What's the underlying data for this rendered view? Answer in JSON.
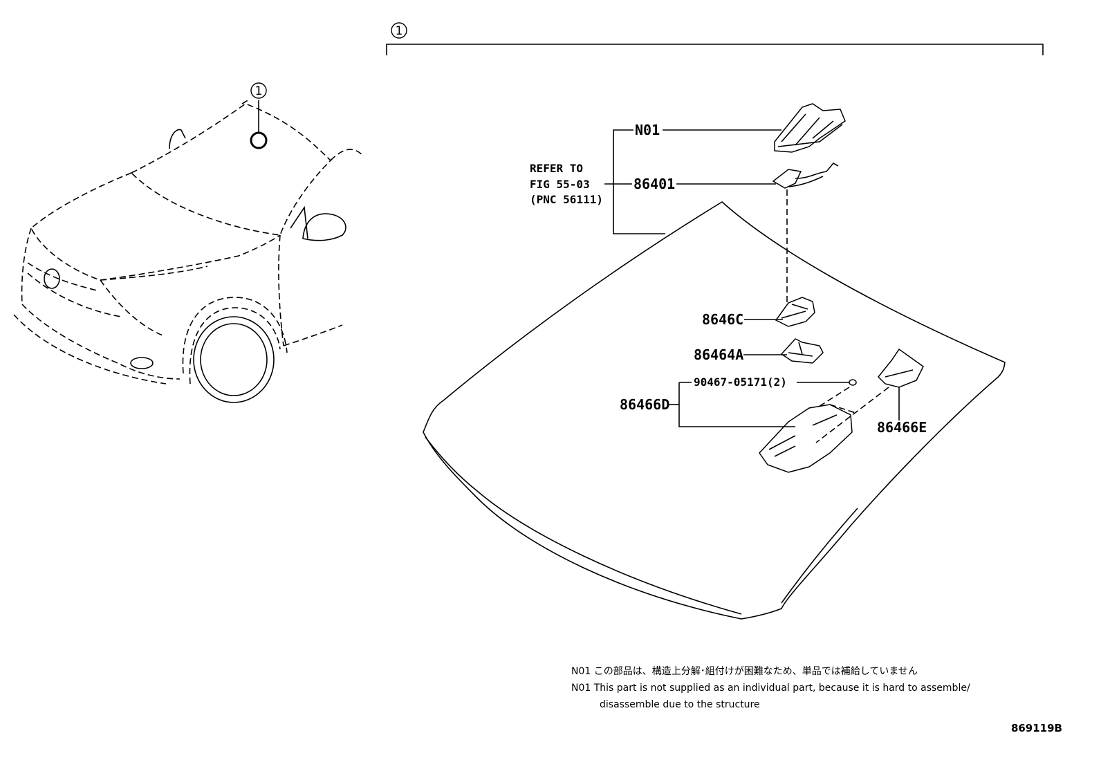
{
  "callout": {
    "symbol": "1"
  },
  "labels": {
    "n01": "N01",
    "p86401": "86401",
    "p8646c": "8646C",
    "p86464a": "86464A",
    "p90467": "90467-05171(2)",
    "p86466d": "86466D",
    "p86466e": "86466E"
  },
  "refer": {
    "line1": "REFER TO",
    "line2": "FIG 55-03",
    "line3": "(PNC 56111)"
  },
  "notes": {
    "jp": "N01 この部品は、構造上分解･組付けが困難なため、単品では補給していません",
    "en1": "N01 This part is not supplied as an individual part, because it is hard to assemble/",
    "en2": "disassemble due to the structure"
  },
  "illustration_number": "869119B"
}
